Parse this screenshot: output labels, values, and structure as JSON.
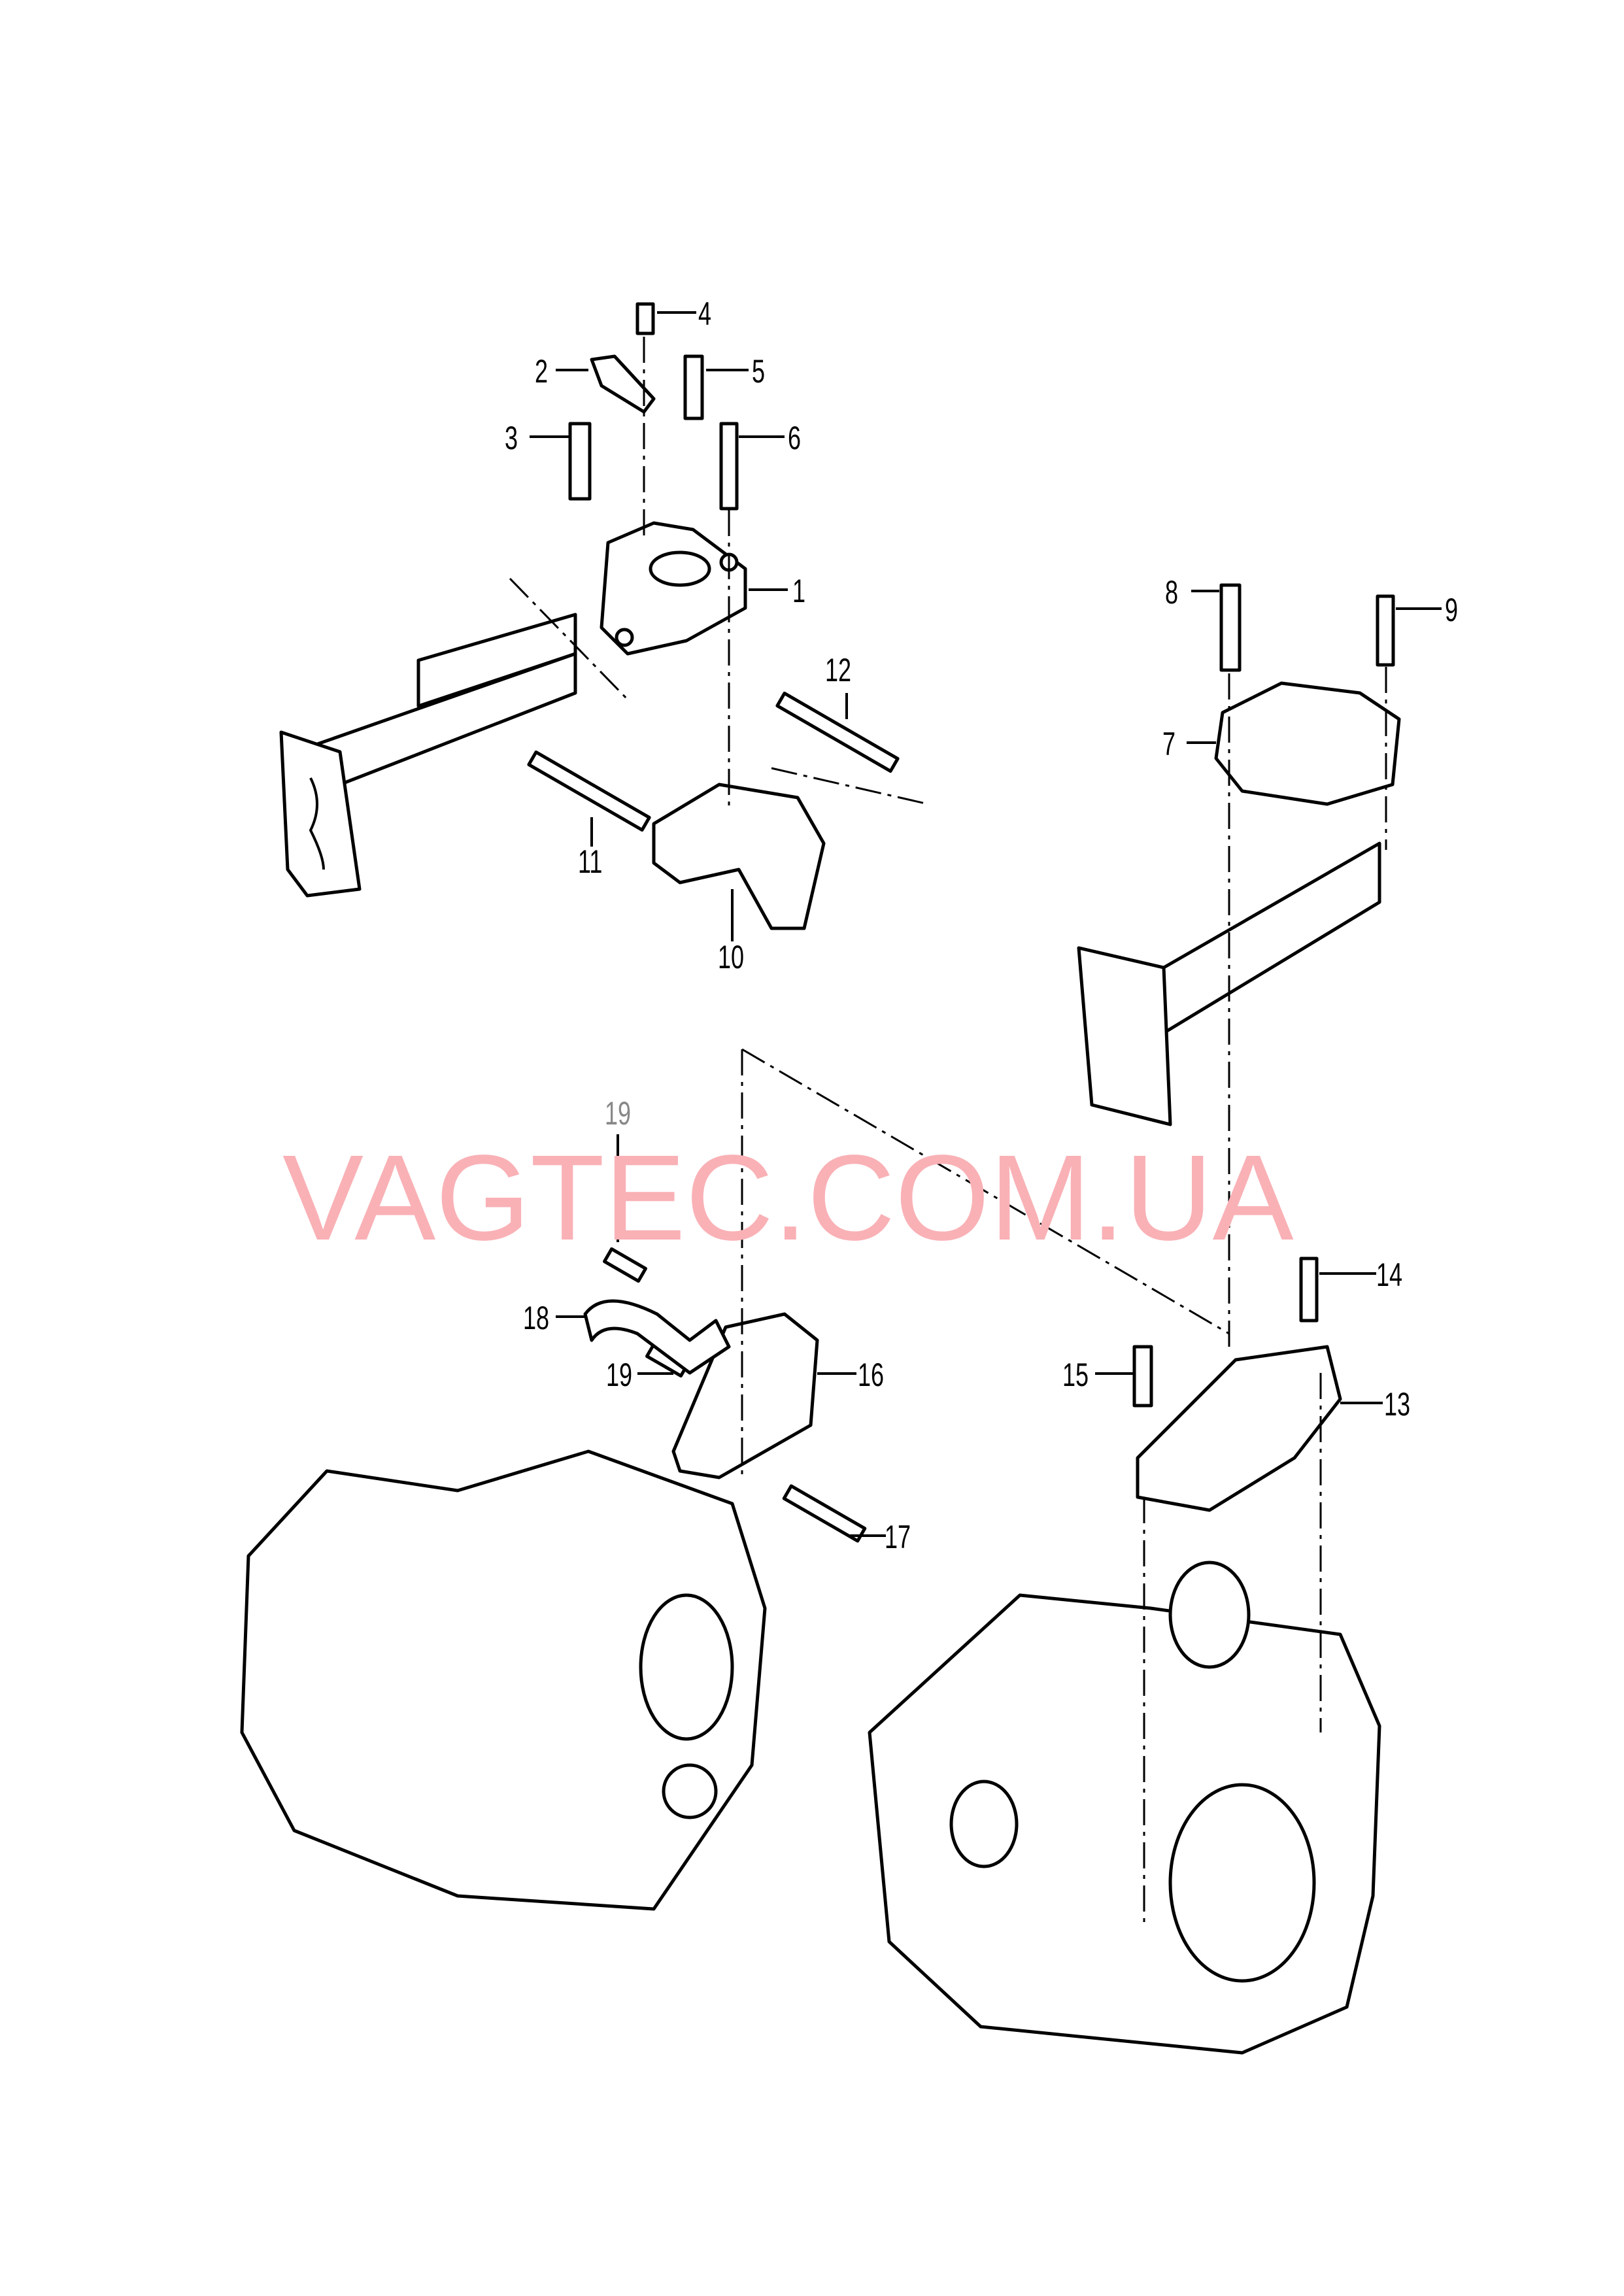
{
  "watermark": "VAGTEC.COM.UA",
  "callouts": [
    {
      "id": "1",
      "text": "1"
    },
    {
      "id": "2",
      "text": "2"
    },
    {
      "id": "3",
      "text": "3"
    },
    {
      "id": "4",
      "text": "4"
    },
    {
      "id": "5",
      "text": "5"
    },
    {
      "id": "6",
      "text": "6"
    },
    {
      "id": "7",
      "text": "7"
    },
    {
      "id": "8",
      "text": "8"
    },
    {
      "id": "9",
      "text": "9"
    },
    {
      "id": "10",
      "text": "10"
    },
    {
      "id": "11",
      "text": "11"
    },
    {
      "id": "12",
      "text": "12"
    },
    {
      "id": "13",
      "text": "13"
    },
    {
      "id": "14",
      "text": "14"
    },
    {
      "id": "15",
      "text": "15"
    },
    {
      "id": "16",
      "text": "16"
    },
    {
      "id": "17",
      "text": "17"
    },
    {
      "id": "18",
      "text": "18"
    },
    {
      "id": "19a",
      "text": "19"
    },
    {
      "id": "19b",
      "text": "19"
    }
  ]
}
